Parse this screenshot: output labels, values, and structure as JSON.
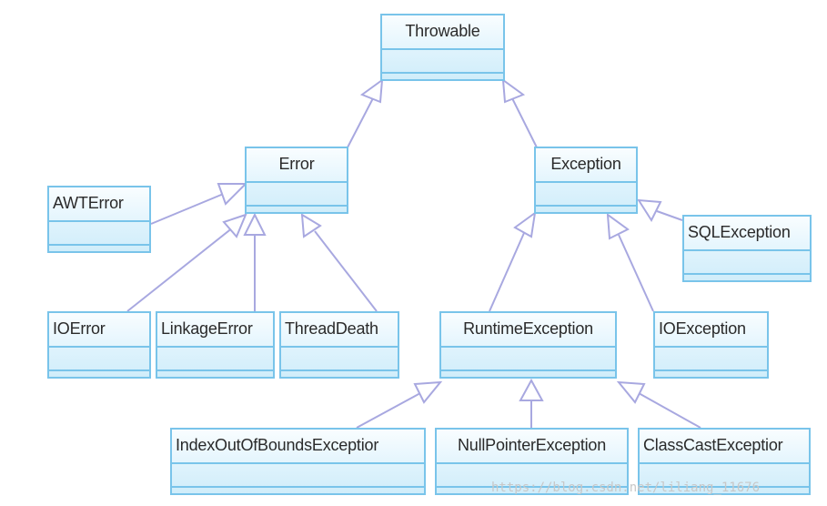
{
  "classes": {
    "throwable": "Throwable",
    "error": "Error",
    "exception": "Exception",
    "awterror": "AWTError",
    "sqlexception": "SQLException",
    "ioerror": "IOError",
    "linkageerror": "LinkageError",
    "threaddeath": "ThreadDeath",
    "runtimeexception": "RuntimeException",
    "ioexception": "IOException",
    "indexoutofbounds": "IndexOutOfBoundsExceptior",
    "nullpointer": "NullPointerException",
    "classcast": "ClassCastExceptior"
  },
  "watermark": "https://blog.csdn.net/liliang_11676",
  "colors": {
    "box_border": "#79c4ea",
    "box_fill": "#d9f1fc",
    "connector": "#a8a8e0"
  }
}
